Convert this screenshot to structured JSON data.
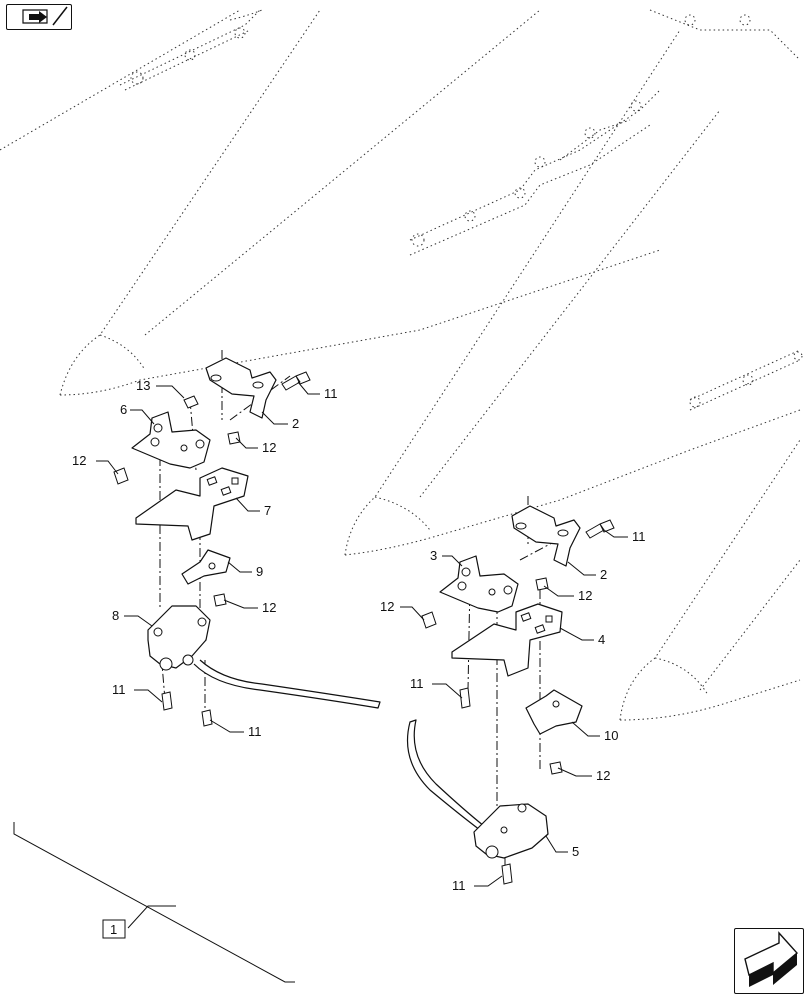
{
  "callouts": {
    "c13": "13",
    "c6": "6",
    "c12a": "12",
    "c11a": "11",
    "c2a": "2",
    "c12b": "12",
    "c7": "7",
    "c9": "9",
    "c12c": "12",
    "c8": "8",
    "c11b": "11",
    "c11c": "11",
    "c11d": "11",
    "c3": "3",
    "c12d": "12",
    "c2b": "2",
    "c12e": "12",
    "c4": "4",
    "c11e": "11",
    "c10": "10",
    "c12f": "12",
    "c5": "5",
    "c11f": "11",
    "c1": "1"
  },
  "icons": {
    "top_left": "previous-page-icon",
    "bottom_right": "next-page-icon"
  }
}
